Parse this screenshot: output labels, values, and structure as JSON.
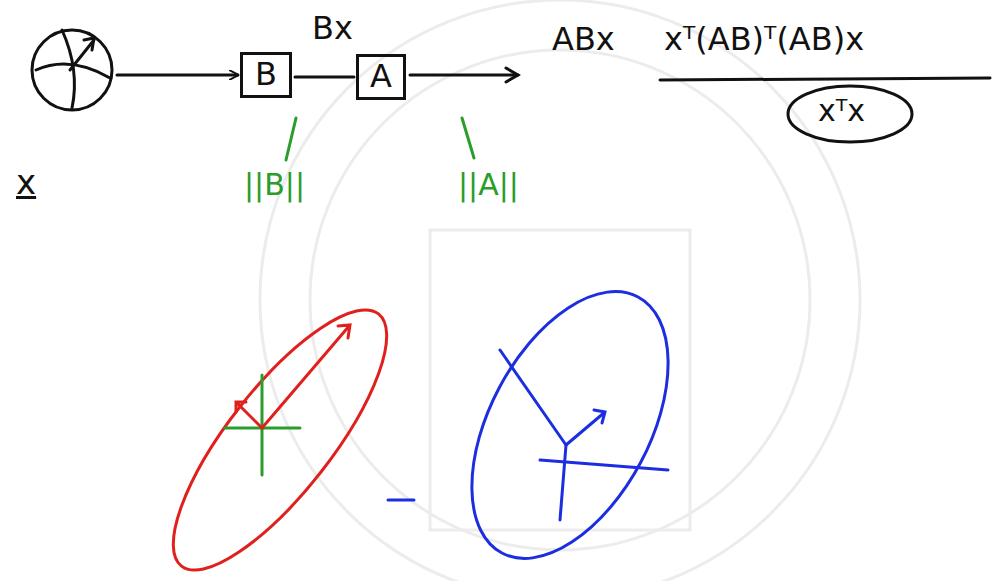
{
  "diagram": {
    "nodes": [
      {
        "text": [
          "x"
        ]
      },
      {
        "text": [
          "B"
        ]
      },
      {
        "text": [
          "A"
        ]
      }
    ],
    "edges": [
      {
        "from": 0,
        "to": 1,
        "arrow": "to"
      },
      {
        "from": 1,
        "to": 2,
        "label": "Bx",
        "arrow": "none"
      }
    ],
    "labels": [
      "ABx",
      "xᵀ(AB)ᵀ(AB)x",
      "xᵀx",
      "||B||",
      "||A||"
    ]
  }
}
